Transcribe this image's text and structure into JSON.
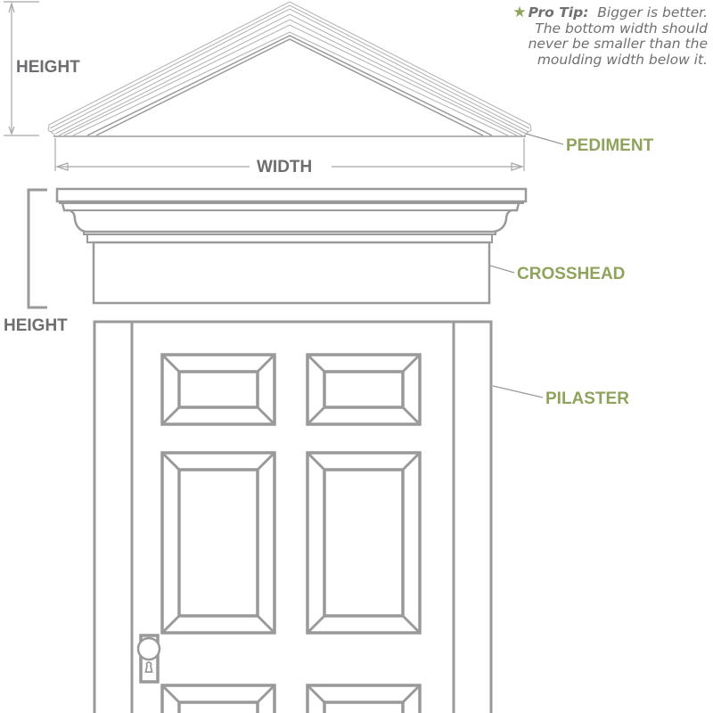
{
  "pro_tip": {
    "star_icon": "star-icon",
    "heading": "Pro Tip:",
    "lines": [
      "Bigger is better.",
      "The bottom width should",
      "never be smaller than the",
      "moulding width below it."
    ]
  },
  "dimension_labels": {
    "pediment_height": "HEIGHT",
    "pediment_width": "WIDTH",
    "crosshead_height": "HEIGHT"
  },
  "part_labels": {
    "pediment": "PEDIMENT",
    "crosshead": "CROSSHEAD",
    "pilaster": "PILASTER"
  },
  "colors": {
    "line_gray": "#9a9a9a",
    "label_gray": "#6e6e70",
    "accent_green": "#8fa35c"
  }
}
